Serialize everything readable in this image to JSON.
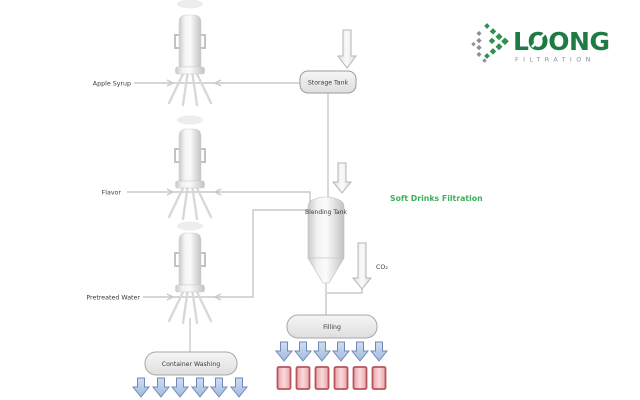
{
  "logo": {
    "name": "LOONG",
    "subtitle": "FILTRATION",
    "colors": {
      "brand_green": "#1d7c43",
      "subtitle_gray": "#8d9296",
      "mark_green": "#2f9150",
      "mark_gray": "#8a9095"
    }
  },
  "diagram": {
    "title": {
      "text": "Soft Drinks Filtration",
      "color": "#3fae5c"
    },
    "inputs": [
      {
        "label": "Apple Syrup"
      },
      {
        "label": "Flavor"
      },
      {
        "label": "Pretreated Water"
      }
    ],
    "equipment": {
      "storage_tank": "Storage Tank",
      "blending_tank": "Blending Tank",
      "co2": "CO₂",
      "filling": "Filling",
      "container_washing": "Container Washing"
    },
    "filters_count": 3,
    "filling_arrows_count": 6,
    "washing_arrows_count": 6,
    "bottles_count": 6,
    "colors": {
      "pipe_line": "#c9c9c9",
      "equipment_stroke": "#a8a8a8",
      "blue_arrow_fill": "#b6cbe7",
      "blue_arrow_stroke": "#7189b8",
      "bottle_fill": "#f2c4c8",
      "bottle_stroke": "#b8555c",
      "label_text": "#3c3c3c"
    }
  }
}
